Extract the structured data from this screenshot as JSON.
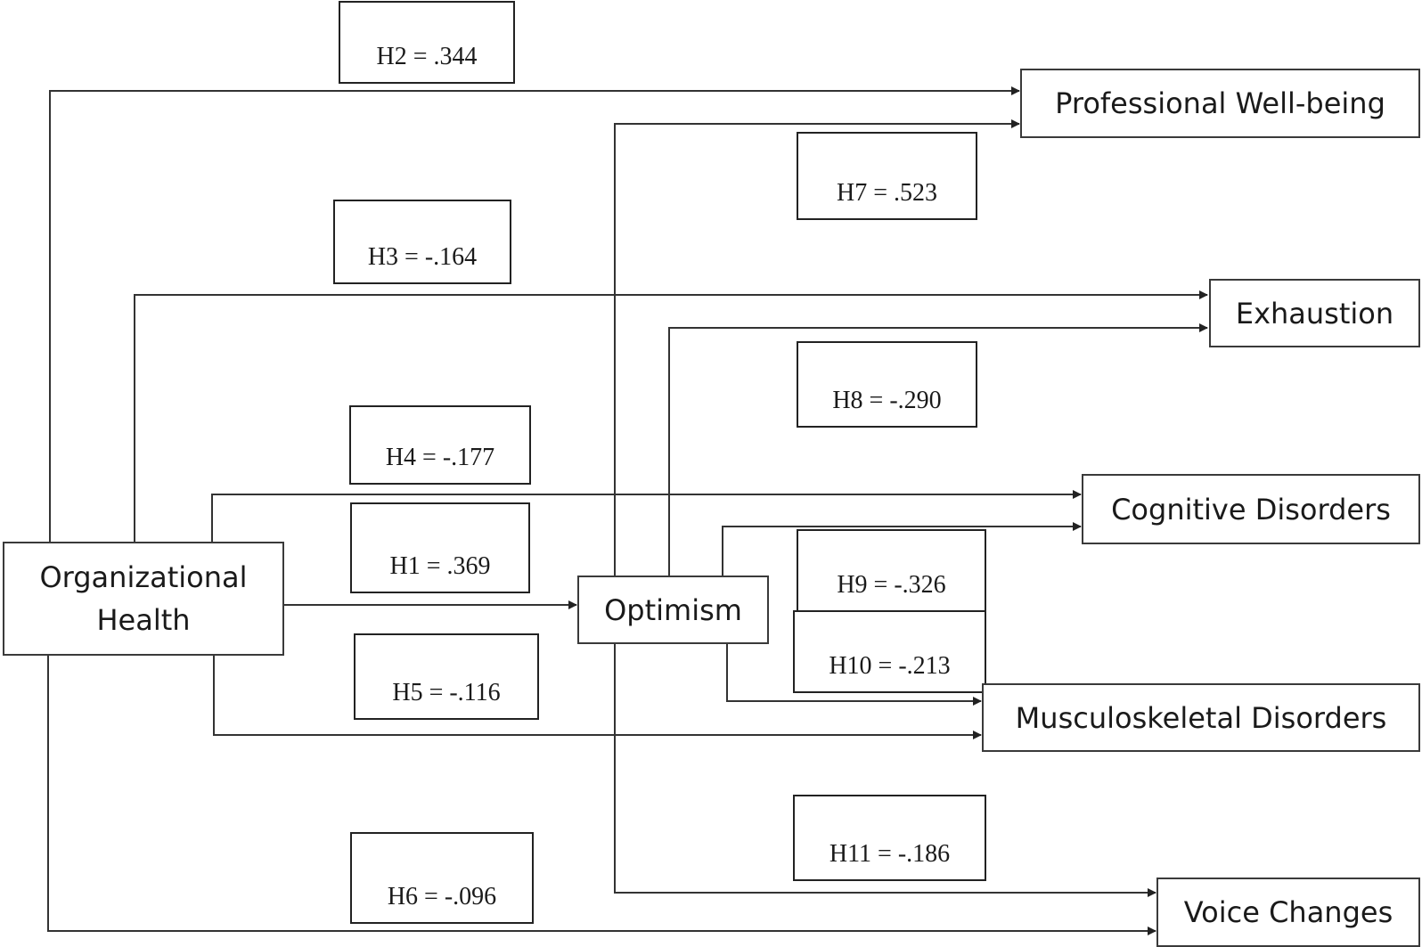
{
  "variables": {
    "organizational_health": "Organizational\nHealth",
    "optimism": "Optimism",
    "professional_wellbeing": "Professional Well-being",
    "exhaustion": "Exhaustion",
    "cognitive_disorders": "Cognitive Disorders",
    "musculoskeletal_disorders": "Musculoskeletal Disorders",
    "voice_changes": "Voice Changes"
  },
  "coefficients": {
    "h1": "H1 = .369",
    "h2": "H2 = .344",
    "h3": "H3 = -.164",
    "h4": "H4 = -.177",
    "h5": "H5 = -.116",
    "h6": "H6 = -.096",
    "h7": "H7 = .523",
    "h8": "H8 = -.290",
    "h9": "H9 = -.326",
    "h10": "H10 = -.213",
    "h11": "H11 = -.186"
  },
  "colors": {
    "line": "#333333",
    "border": "#3a3a3a"
  }
}
